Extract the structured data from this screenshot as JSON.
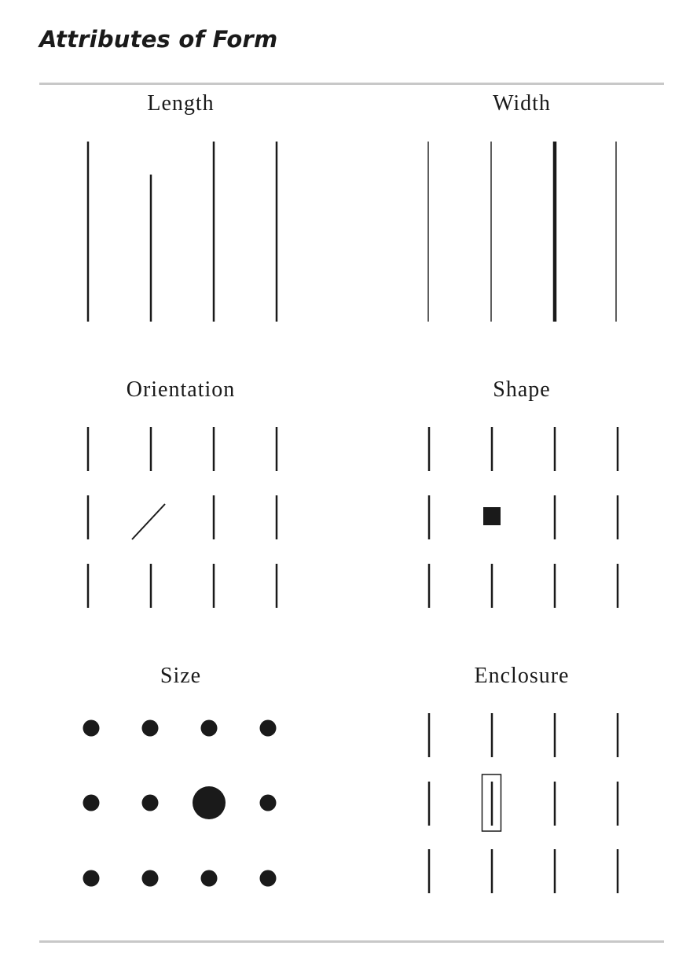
{
  "page": {
    "title": "Attributes of Form"
  },
  "panels": {
    "length": {
      "title": "Length"
    },
    "width": {
      "title": "Width"
    },
    "orientation": {
      "title": "Orientation"
    },
    "shape": {
      "title": "Shape"
    },
    "size": {
      "title": "Size"
    },
    "enclosure": {
      "title": "Enclosure"
    }
  },
  "colors": {
    "ink": "#1a1a1a",
    "rule": "#c8c8c8",
    "background": "#ffffff"
  }
}
